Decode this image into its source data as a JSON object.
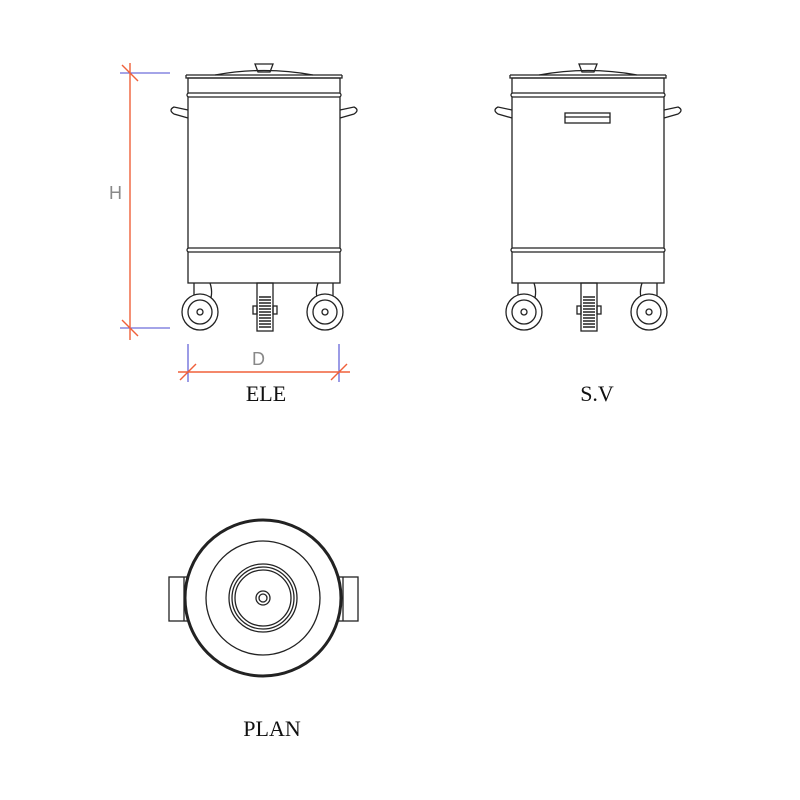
{
  "dimensions": {
    "height_label": "H",
    "depth_label": "D"
  },
  "views": {
    "elevation": "ELE",
    "side_view": "S.V",
    "plan": "PLAN"
  },
  "colors": {
    "dimension_line": "#f0603a",
    "extension_line": "#4a4ad0",
    "drawing": "#222222"
  }
}
